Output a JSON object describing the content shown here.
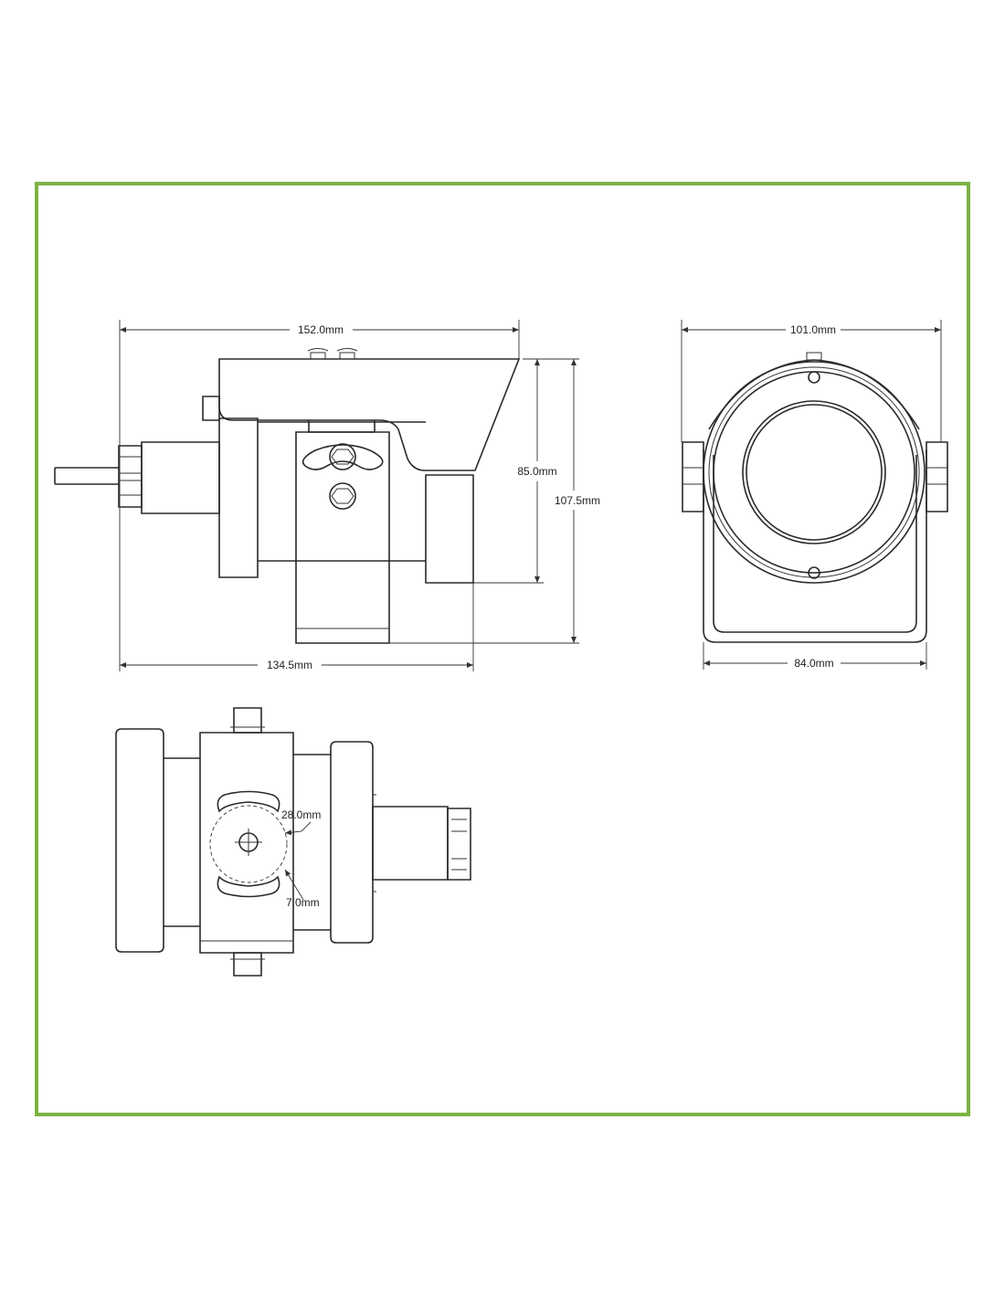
{
  "frame": {
    "border_color": "#7cb342"
  },
  "dimensions": {
    "side_overall_length": "152.0mm",
    "side_body_length": "134.5mm",
    "side_hood_height": "85.0mm",
    "side_total_height": "107.5mm",
    "front_overall_width": "101.0mm",
    "front_bracket_width": "84.0mm",
    "top_slot_pitch": "28.0mm",
    "top_slot_width": "7.0mm"
  }
}
